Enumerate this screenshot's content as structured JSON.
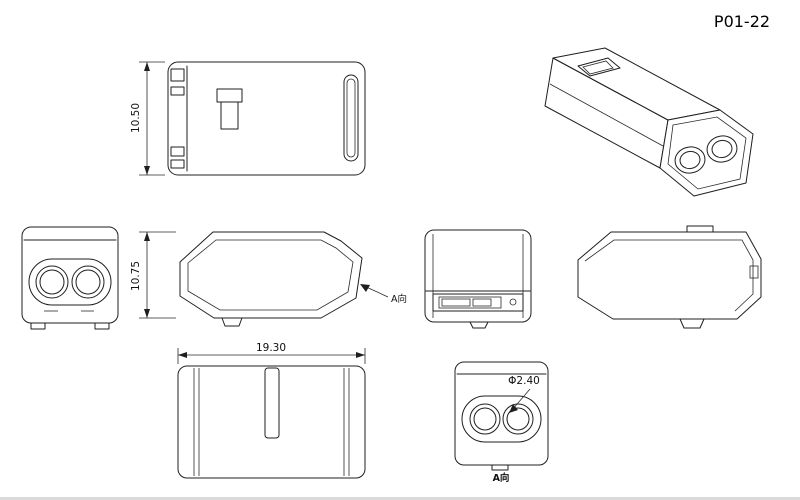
{
  "drawing": {
    "part_number": "P01-22",
    "colors": {
      "line": "#1f1f1f",
      "background": "#ffffff"
    },
    "dimensions": {
      "top_view_height": "10.50",
      "side_view_height": "10.75",
      "body_width": "19.30",
      "hole_diameter": "Φ2.40"
    },
    "labels": {
      "view_a_arrow": "A向",
      "view_a_caption": "A向"
    }
  }
}
